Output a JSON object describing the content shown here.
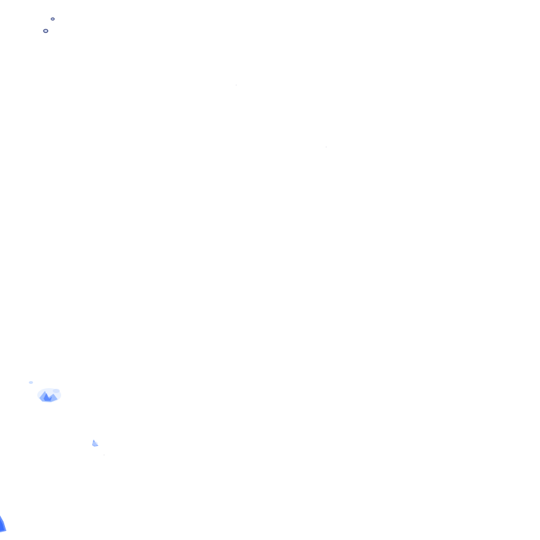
{
  "canvas": {
    "background": "#ffffff"
  },
  "colors": {
    "outline": "#1b2a6b",
    "blot_light": "#cfe0ff",
    "blot_mid": "#8fb4ff",
    "blot_dark": "#4d7fff",
    "speck": "#e8e8ec"
  },
  "marks": [
    {
      "name": "small-ring-mark-top",
      "kind": "ring"
    },
    {
      "name": "small-ring-mark-lower",
      "kind": "ring"
    },
    {
      "name": "blue-splash-mark-large",
      "kind": "splash"
    },
    {
      "name": "blue-splash-mark-small",
      "kind": "splash"
    },
    {
      "name": "blue-corner-mark",
      "kind": "splash"
    }
  ]
}
